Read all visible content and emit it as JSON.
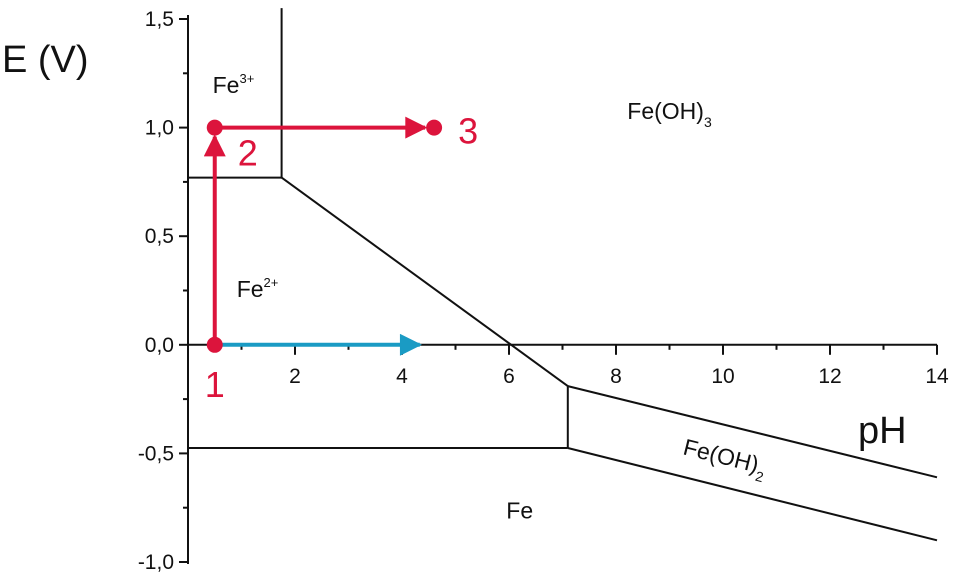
{
  "chart_data": {
    "type": "line",
    "xlabel": "pH",
    "ylabel": "E (V)",
    "xlim": [
      0,
      14
    ],
    "ylim": [
      -1.0,
      1.5
    ],
    "x_ticks": [
      {
        "value": 2,
        "label": "2"
      },
      {
        "value": 4,
        "label": "4"
      },
      {
        "value": 6,
        "label": "6"
      },
      {
        "value": 8,
        "label": "8"
      },
      {
        "value": 10,
        "label": "10"
      },
      {
        "value": 12,
        "label": "12"
      },
      {
        "value": 14,
        "label": "14"
      }
    ],
    "y_ticks": [
      {
        "value": 1.5,
        "label": "1,5"
      },
      {
        "value": 1.0,
        "label": "1,0"
      },
      {
        "value": 0.5,
        "label": "0,5"
      },
      {
        "value": 0.0,
        "label": "0,0"
      },
      {
        "value": -0.5,
        "label": "-0,5"
      },
      {
        "value": -1.0,
        "label": "-1,0"
      }
    ],
    "grid": false,
    "boundaries": [
      {
        "points": [
          [
            1.75,
            1.55
          ],
          [
            1.75,
            0.77
          ]
        ]
      },
      {
        "points": [
          [
            0,
            0.77
          ],
          [
            1.75,
            0.77
          ]
        ]
      },
      {
        "points": [
          [
            1.75,
            0.77
          ],
          [
            7.1,
            -0.19
          ]
        ]
      },
      {
        "points": [
          [
            0,
            -0.475
          ],
          [
            7.1,
            -0.475
          ]
        ]
      },
      {
        "points": [
          [
            7.1,
            -0.19
          ],
          [
            7.1,
            -0.475
          ]
        ]
      },
      {
        "points": [
          [
            7.1,
            -0.19
          ],
          [
            14,
            -0.61
          ]
        ]
      },
      {
        "points": [
          [
            7.1,
            -0.475
          ],
          [
            14,
            -0.9
          ]
        ]
      }
    ],
    "regions": [
      {
        "name": "Fe",
        "sup": "3+",
        "sub": "",
        "x": 0.85,
        "y": 1.16
      },
      {
        "name": "Fe(OH)",
        "sup": "",
        "sub": "3",
        "x": 9.0,
        "y": 1.04
      },
      {
        "name": "Fe",
        "sup": "2+",
        "sub": "",
        "x": 1.3,
        "y": 0.22
      },
      {
        "name": "Fe(OH)",
        "sup": "",
        "sub": "2",
        "x": 10.0,
        "y": -0.55,
        "angle": 14
      },
      {
        "name": "Fe",
        "sup": "",
        "sub": "",
        "x": 6.2,
        "y": -0.8
      }
    ],
    "paths": [
      {
        "color": "#dc143c",
        "from": [
          0.5,
          0
        ],
        "to": [
          0.5,
          1.0
        ]
      },
      {
        "color": "#dc143c",
        "from": [
          0.5,
          1.0
        ],
        "to": [
          4.6,
          1.0
        ]
      },
      {
        "color": "#1a9bc4",
        "from": [
          0.5,
          0
        ],
        "to": [
          4.5,
          0
        ]
      }
    ],
    "points": [
      {
        "label": "1",
        "x": 0.5,
        "y": 0.0,
        "color": "#dc143c"
      },
      {
        "label": "2",
        "x": 0.5,
        "y": 1.0,
        "color": "#dc143c"
      },
      {
        "label": "3",
        "x": 4.6,
        "y": 1.0,
        "color": "#dc143c"
      }
    ]
  }
}
